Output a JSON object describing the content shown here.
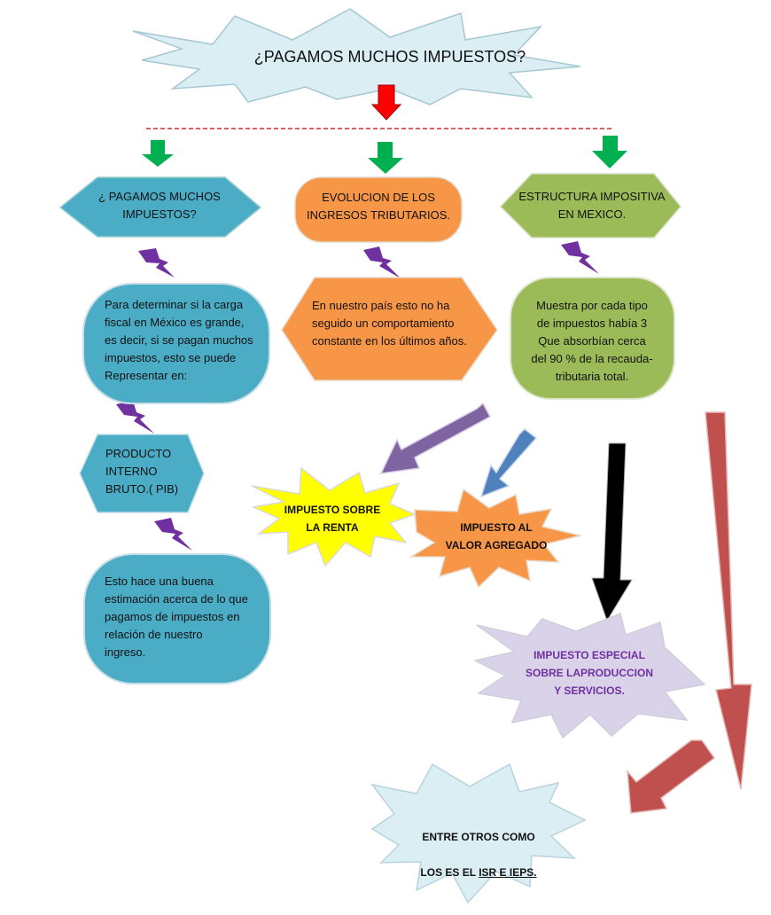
{
  "title": "¿PAGAMOS MUCHOS IMPUESTOS?",
  "branches": [
    {
      "heading": "¿ PAGAMOS MUCHOS\nIMPUESTOS?",
      "detail": "Para determinar si la carga\n fiscal en México es grande,\n es decir, si se pagan muchos\n impuestos, esto se puede\nRepresentar en:"
    },
    {
      "heading": "EVOLUCION DE LOS\nINGRESOS TRIBUTARIOS.",
      "detail": "En nuestro país esto no ha\nseguido un comportamiento\n constante en los últimos años."
    },
    {
      "heading": "ESTRUCTURA IMPOSITIVA\nEN MEXICO.",
      "detail": "Muestra por cada tipo\nde impuestos había 3\n Que absorbían cerca\n del 90 % de la recauda-\ntributaria total."
    }
  ],
  "pib": "PRODUCTO\nINTERNO\nBRUTO.( PIB)",
  "estimation": "Esto hace una buena\n estimación acerca de lo que\n pagamos de  impuestos en\nrelación de nuestro\n         ingreso.",
  "taxes": {
    "isr": "IMPUESTO SOBRE\nLA RENTA",
    "iva": "IMPUESTO AL\nVALOR AGREGADO",
    "ieps": "IMPUESTO ESPECIAL\nSOBRE LAPRODUCCION\nY SERVICIOS."
  },
  "conclusion": {
    "line1": "ENTRE OTROS COMO",
    "prefix": "LOS ES EL ",
    "underlined": "ISR E IEPS."
  },
  "colors": {
    "teal": "#4bacc6",
    "orange": "#f79646",
    "green": "#9bbb59",
    "lightblue": "#daeef3",
    "yellow": "#ffff00",
    "lavender": "#d9d2e9",
    "red_arrow": "#ff0000",
    "green_arrow": "#00b050",
    "purple_bolt": "#7030a0",
    "purple_arrow": "#8064a2",
    "blue_arrow": "#4f81bd",
    "dark_red_arrow": "#c0504d",
    "ieps_text": "#7030a0"
  }
}
